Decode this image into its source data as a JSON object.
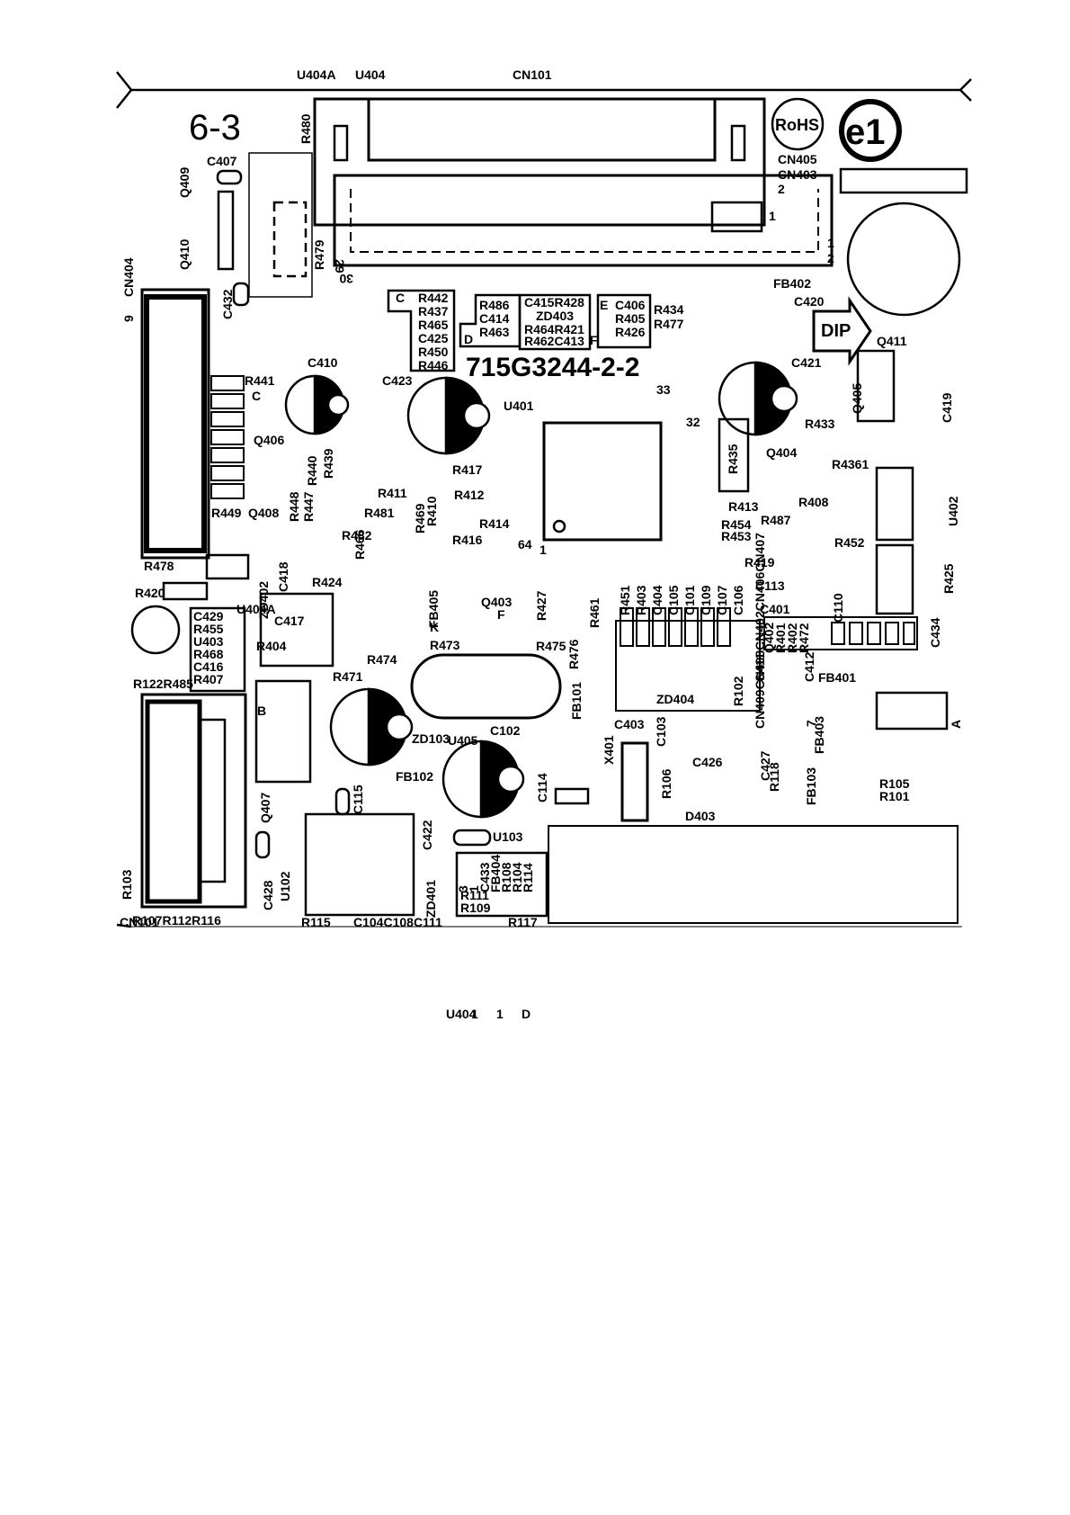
{
  "board": {
    "variant": "6-3",
    "part_number": "715G3244-2-2",
    "rohs_mark": "RoHS",
    "e_mark": "e1",
    "dip_arrow": "DIP"
  },
  "colors": {
    "ink": "#000000",
    "paper": "#ffffff"
  },
  "labels": [
    "U404A",
    "U404",
    "CN101",
    "R480",
    "CN405",
    "CN403",
    "C407",
    "Q409",
    "Q410",
    "R479",
    "29",
    "30",
    "1",
    "2",
    "2",
    "1",
    "CN404",
    "9",
    "C432",
    "C",
    "R442",
    "R437",
    "R465",
    "C425",
    "R450",
    "R446",
    "R486",
    "C414",
    "R463",
    "D",
    "C415R428",
    "ZD403",
    "R464R421",
    "R462C413",
    "E",
    "F",
    "C406",
    "R405",
    "R426",
    "R434",
    "R477",
    "FB402",
    "C420",
    "Q411",
    "C410",
    "R441",
    "C",
    "C423",
    "U401",
    "C421",
    "33",
    "32",
    "R433",
    "Q405",
    "C419",
    "Q406",
    "R440",
    "R439",
    "R417",
    "R411",
    "R412",
    "R448",
    "R447",
    "R481",
    "R469",
    "R410",
    "R414",
    "Q408",
    "R449",
    "R482",
    "R466",
    "R416",
    "64",
    "1",
    "R413",
    "R435",
    "R4361",
    "Q404",
    "R408",
    "U402",
    "R454",
    "R453",
    "R487",
    "R452",
    "R478",
    "R419",
    "R420",
    "R424",
    "C418",
    "ZD402",
    "Q403",
    "R427",
    "R461",
    "R451",
    "R403",
    "C404",
    "C105",
    "C101",
    "C109",
    "C107",
    "C106",
    "C113",
    "C110",
    "C401",
    "R425",
    "C429",
    "R455",
    "U403",
    "R468",
    "C416",
    "R407",
    "C417",
    "R404",
    "FB405",
    "K",
    "F",
    "Q402",
    "R401",
    "R402",
    "R472",
    "C434",
    "R474",
    "R473",
    "R475",
    "R476",
    "R471",
    "C411",
    "C412",
    "FB401",
    "ZD404",
    "R102",
    "R103",
    "R122R485",
    "B",
    "FB101",
    "CN409CN408CN402CN406CN407",
    "7",
    "A",
    "C403",
    "C103",
    "C102",
    "U405",
    "ZD103",
    "FB102",
    "X401",
    "C426",
    "C427",
    "FB403",
    "R118",
    "FB103",
    "R106",
    "R105",
    "R101",
    "C114",
    "C115",
    "Q407",
    "U103",
    "D403",
    "C422",
    "ZD401",
    "C428",
    "U102",
    "3",
    "1",
    "C433",
    "FB404",
    "R108",
    "R104",
    "R114",
    "R111",
    "R109",
    "R117",
    "R115",
    "C104C108C111",
    "R107R112R116",
    "CN101",
    "U404A",
    "U404",
    "1",
    "1",
    "D"
  ]
}
